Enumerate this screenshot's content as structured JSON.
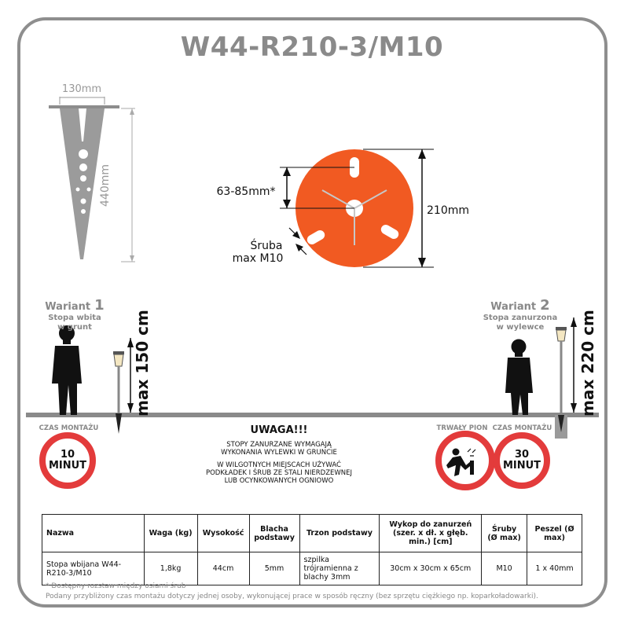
{
  "title": "W44-R210-3/M10",
  "stake": {
    "width_label": "130mm",
    "height_label": "440mm"
  },
  "plate": {
    "range_label": "63-85mm*",
    "diameter_label": "210mm",
    "screw_label_1": "Śruba",
    "screw_label_2": "max M10",
    "color": "#f15a22"
  },
  "variant1": {
    "name": "Wariant",
    "num": "1",
    "sub1": "Stopa wbita",
    "sub2": "w grunt",
    "height": "max 150 cm"
  },
  "variant2": {
    "name": "Wariant",
    "num": "2",
    "sub1": "Stopa zanurzona",
    "sub2": "w wylewce",
    "height": "max 220 cm"
  },
  "labels": {
    "time_left": "CZAS MONTAŻU",
    "plumb": "TRWAŁY PION",
    "time_right": "CZAS MONTAŻU"
  },
  "sign_left": {
    "l1": "10",
    "l2": "MINUT"
  },
  "sign_right": {
    "l1": "30",
    "l2": "MINUT"
  },
  "warning": {
    "title": "UWAGA!!!",
    "l1": "STOPY ZANURZANE WYMAGAJĄ",
    "l2": "WYKONANIA WYLEWKI W GRUNCIE",
    "l3": "W WILGOTNYCH MIEJSCACH UŻYWAĆ",
    "l4": "PODKŁADEK I ŚRUB ZE STALI NIERDZEWNEJ",
    "l5": "LUB OCYNKOWANYCH OGNIOWO"
  },
  "table": {
    "headers": [
      "Nazwa",
      "Waga (kg)",
      "Wysokość",
      "Blacha podstawy",
      "Trzon podstawy",
      "Wykop do zanurzeń (szer. x dł. x głęb. min.) [cm]",
      "Śruby (Ø max)",
      "Peszel (Ø max)"
    ],
    "row": [
      "Stopa wbijana W44-R210-3/M10",
      "1,8kg",
      "44cm",
      "5mm",
      "szpilka trójramienna z blachy 3mm",
      "30cm x 30cm x 65cm",
      "M10",
      "1 x 40mm"
    ]
  },
  "footnote1": "* Dostępny rozstaw między osiami śrub",
  "footnote2": "Podany przybliżony czas montażu dotyczy jednej osoby, wykonującej prace w sposób ręczny (bez sprzętu ciężkiego np. koparkoładowarki)."
}
